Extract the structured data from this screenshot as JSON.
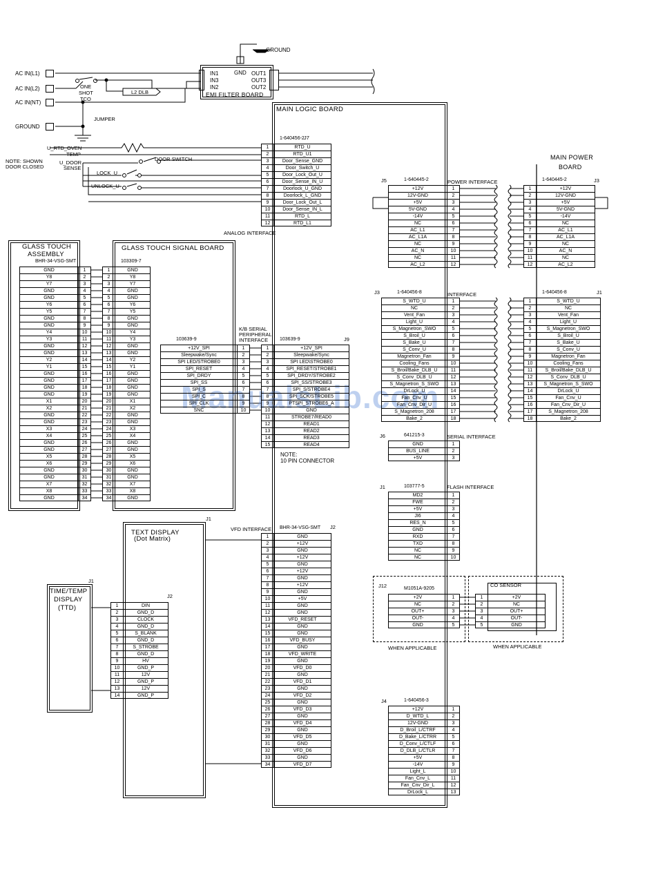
{
  "colors": {
    "line": "#000000",
    "watermark": "#7896dc"
  },
  "texts": {
    "ground_top": "GROUND",
    "gnd": "GND",
    "in1": "IN1",
    "in3": "IN3",
    "in2": "IN2",
    "out1": "OUT1",
    "out3": "OUT3",
    "out2": "OUT2",
    "emi": "EMI FILTER BOARD",
    "ac_l1": "AC IN(L1)",
    "ac_l2": "AC IN(L2)",
    "ac_nt": "AC IN(NT)",
    "ground_left": "GROUND",
    "one": "ONE",
    "shot": "SHOT",
    "tco": "TCO",
    "l2dlb": "L2 DLB",
    "jumper": "JUMPER",
    "main_logic": "MAIN LOGIC BOARD",
    "u_rtd": "U_RTD_OVEN",
    "temp": "TEMP",
    "note1": "NOTE:  SHOWN",
    "note2": "DOOR CLOSED",
    "u_door": "U_DOOR",
    "sense": "SENSE",
    "door_switch": "DOOR SWITCH",
    "lock_u": "LOCK_U",
    "unlock_u": "UNLOCK_U",
    "analog": "ANALOG INTERFACE",
    "main_power1": "MAIN POWER",
    "main_power2": "BOARD",
    "power_iface": "POWER INTERFACE",
    "interface": "INTERFACE",
    "gta1": "GLASS TOUCH",
    "gta2": "ASSEMBLY",
    "gtsb": "GLASS TOUCH SIGNAL BOARD",
    "kb1": "K/B SERIAL",
    "kb2": "PERIPHERAL",
    "kb3": "INTERFACE",
    "note_p1": "NOTE:",
    "note_p2": "10 PIN CONNECTOR",
    "serial_iface": "SERIAL INTERFACE",
    "flash_iface": "FLASH INTERFACE",
    "text_disp1": "TEXT DISPLAY",
    "text_disp2": "(Dot Matrix)",
    "vfd_iface": "VFD INTERFACE",
    "ttd1": "TIME/TEMP",
    "ttd2": "DISPLAY",
    "ttd3": "(TTD)",
    "co_sensor": "CO SENSOR",
    "when1": "WHEN APPLICABLE",
    "when2": "WHEN APPLICABLE",
    "watermark": "ManualsLib.com"
  },
  "connectors": {
    "j7": {
      "ch": "J7",
      "pn": "1-640456-2",
      "rows": [
        [
          "1",
          "RTD_U"
        ],
        [
          "2",
          "RTD_U1"
        ],
        [
          "3",
          "Door_Sense_GND"
        ],
        [
          "4",
          "Door_Switch_U"
        ],
        [
          "5",
          "Door_Lock_Out_U"
        ],
        [
          "6",
          "Door_Sense_IN_U"
        ],
        [
          "7",
          "Doorlock_U_GND"
        ],
        [
          "8",
          "Doorlock_L_GND"
        ],
        [
          "9",
          "Door_Lock_Out_L"
        ],
        [
          "10",
          "Door_Sense_IN_L"
        ],
        [
          "11",
          "RTD_L"
        ],
        [
          "12",
          "RTD_L1"
        ]
      ]
    },
    "j5": {
      "ch": "J5",
      "pn": "1-640445-2",
      "rows": [
        [
          "1",
          "+12V"
        ],
        [
          "2",
          "12V-GND"
        ],
        [
          "3",
          "+5V"
        ],
        [
          "4",
          "5V-GND"
        ],
        [
          "5",
          "-14V"
        ],
        [
          "6",
          "NC"
        ],
        [
          "7",
          "AC_L1"
        ],
        [
          "8",
          "AC_L1A"
        ],
        [
          "9",
          "NC"
        ],
        [
          "10",
          "AC_N"
        ],
        [
          "11",
          "NC"
        ],
        [
          "12",
          "AC_L2"
        ]
      ]
    },
    "j3mp": {
      "ch": "J3",
      "pn": "1-640445-2",
      "rows": [
        [
          "1",
          "+12V"
        ],
        [
          "2",
          "12V-GND"
        ],
        [
          "3",
          "+5V"
        ],
        [
          "4",
          "5V-GND"
        ],
        [
          "5",
          "-14V"
        ],
        [
          "6",
          "NC"
        ],
        [
          "7",
          "AC_L1"
        ],
        [
          "8",
          "AC_L1A"
        ],
        [
          "9",
          "NC"
        ],
        [
          "10",
          "AC_N"
        ],
        [
          "11",
          "NC"
        ],
        [
          "12",
          "AC_L2"
        ]
      ]
    },
    "j3": {
      "ch": "J3",
      "pn": "1-640456-8",
      "rows": [
        [
          "1",
          "S_WTD_U"
        ],
        [
          "2",
          "NC"
        ],
        [
          "3",
          "Vent_Fan"
        ],
        [
          "4",
          "Light_U"
        ],
        [
          "5",
          "S_Magnetron_SWO"
        ],
        [
          "6",
          "S_Broil_U"
        ],
        [
          "7",
          "S_Bake_U"
        ],
        [
          "8",
          "S_Conv_U"
        ],
        [
          "9",
          "Magnetron_Fan"
        ],
        [
          "10",
          "Cooling_Fans"
        ],
        [
          "11",
          "S_Broil/Bake_DLB_U"
        ],
        [
          "12",
          "S_Conv_DLB_U"
        ],
        [
          "13",
          "S_Magnetron_S_SWO"
        ],
        [
          "14",
          "DrLock_U"
        ],
        [
          "15",
          "Fan_Cnv_U"
        ],
        [
          "16",
          "Fan_Cnv_Dir_U"
        ],
        [
          "17",
          "S_Magnetron_208"
        ],
        [
          "18",
          "Bake_2"
        ]
      ]
    },
    "j1mp": {
      "ch": "J1",
      "pn": "1-640456-8",
      "rows": [
        [
          "1",
          "S_WTD_U"
        ],
        [
          "2",
          "NC"
        ],
        [
          "3",
          "Vent_Fan"
        ],
        [
          "4",
          "Light_U"
        ],
        [
          "5",
          "S_Magnetron_SWO"
        ],
        [
          "6",
          "S_Broil_U"
        ],
        [
          "7",
          "S_Bake_U"
        ],
        [
          "8",
          "S_Conv_U"
        ],
        [
          "9",
          "Magnetron_Fan"
        ],
        [
          "10",
          "Cooling_Fans"
        ],
        [
          "11",
          "S_Broil/Bake_DLB_U"
        ],
        [
          "12",
          "S_Conv_DLB_U"
        ],
        [
          "13",
          "S_Magnetron_S_SWO"
        ],
        [
          "14",
          "DrLock_U"
        ],
        [
          "15",
          "Fan_Cnv_U"
        ],
        [
          "16",
          "Fan_Cnv_Dir_U"
        ],
        [
          "17",
          "S_Magnetron_208"
        ],
        [
          "18",
          "Bake_2"
        ]
      ]
    },
    "gta": {
      "pn": "BHR-34-VSG-SMT",
      "rows": [
        [
          "1",
          "GND"
        ],
        [
          "2",
          "Y8"
        ],
        [
          "3",
          "Y7"
        ],
        [
          "4",
          "GND"
        ],
        [
          "5",
          "GND"
        ],
        [
          "6",
          "Y6"
        ],
        [
          "7",
          "Y5"
        ],
        [
          "8",
          "GND"
        ],
        [
          "9",
          "GND"
        ],
        [
          "10",
          "Y4"
        ],
        [
          "11",
          "Y3"
        ],
        [
          "12",
          "GND"
        ],
        [
          "13",
          "GND"
        ],
        [
          "14",
          "Y2"
        ],
        [
          "15",
          "Y1"
        ],
        [
          "16",
          "GND"
        ],
        [
          "17",
          "GND"
        ],
        [
          "18",
          "GND"
        ],
        [
          "19",
          "GND"
        ],
        [
          "20",
          "X1"
        ],
        [
          "21",
          "X2"
        ],
        [
          "22",
          "GND"
        ],
        [
          "23",
          "GND"
        ],
        [
          "24",
          "X3"
        ],
        [
          "25",
          "X4"
        ],
        [
          "26",
          "GND"
        ],
        [
          "27",
          "GND"
        ],
        [
          "28",
          "X5"
        ],
        [
          "29",
          "X6"
        ],
        [
          "30",
          "GND"
        ],
        [
          "31",
          "GND"
        ],
        [
          "32",
          "X7"
        ],
        [
          "33",
          "X8"
        ],
        [
          "34",
          "GND"
        ]
      ]
    },
    "gtsb": {
      "pn": "103309-7",
      "rows": [
        [
          "1",
          "GND"
        ],
        [
          "2",
          "Y8"
        ],
        [
          "3",
          "Y7"
        ],
        [
          "4",
          "GND"
        ],
        [
          "5",
          "GND"
        ],
        [
          "6",
          "Y6"
        ],
        [
          "7",
          "Y5"
        ],
        [
          "8",
          "GND"
        ],
        [
          "9",
          "GND"
        ],
        [
          "10",
          "Y4"
        ],
        [
          "11",
          "Y3"
        ],
        [
          "12",
          "GND"
        ],
        [
          "13",
          "GND"
        ],
        [
          "14",
          "Y2"
        ],
        [
          "15",
          "Y1"
        ],
        [
          "16",
          "GND"
        ],
        [
          "17",
          "GND"
        ],
        [
          "18",
          "GND"
        ],
        [
          "19",
          "GND"
        ],
        [
          "20",
          "X1"
        ],
        [
          "21",
          "X2"
        ],
        [
          "22",
          "GND"
        ],
        [
          "23",
          "GND"
        ],
        [
          "24",
          "X3"
        ],
        [
          "25",
          "X4"
        ],
        [
          "26",
          "GND"
        ],
        [
          "27",
          "GND"
        ],
        [
          "28",
          "X5"
        ],
        [
          "29",
          "X6"
        ],
        [
          "30",
          "GND"
        ],
        [
          "31",
          "GND"
        ],
        [
          "32",
          "X7"
        ],
        [
          "33",
          "X8"
        ],
        [
          "34",
          "GND"
        ]
      ]
    },
    "kb": {
      "pn": "103639-9",
      "rows": [
        [
          "1",
          "+12V_SPI"
        ],
        [
          "2",
          "Sleepwake/Sync"
        ],
        [
          "3",
          "SPI LED/STROBE0"
        ],
        [
          "4",
          "SPI_RESET"
        ],
        [
          "5",
          "SPI_DRDY"
        ],
        [
          "6",
          "SPI_SS"
        ],
        [
          "7",
          "SPI_S"
        ],
        [
          "8",
          "SPI_C"
        ],
        [
          "9",
          "SPI_CLK"
        ],
        [
          "10",
          "SNC"
        ]
      ]
    },
    "j9": {
      "ch": "J9",
      "pn": "103639-9",
      "rows": [
        [
          "1",
          "+12V_SPI"
        ],
        [
          "2",
          "Sleepwake/Sync"
        ],
        [
          "3",
          "SPI LED\\STROBE0"
        ],
        [
          "4",
          "SPI_RESET/STROBE1"
        ],
        [
          "5",
          "SPI_DRDY/STROBE2"
        ],
        [
          "6",
          "SPI_SS/STROBE3"
        ],
        [
          "7",
          "SPI_S/STROBE4"
        ],
        [
          "8",
          "SPI_SCK/STROBE5"
        ],
        [
          "9",
          "PTSPI_STROBE6_A"
        ],
        [
          "10",
          "GND"
        ],
        [
          "11",
          "STROBE7/READ0"
        ],
        [
          "12",
          "READ1"
        ],
        [
          "13",
          "READ2"
        ],
        [
          "14",
          "READ3"
        ],
        [
          "15",
          "READ4"
        ]
      ]
    },
    "j6": {
      "ch": "J6",
      "pn": "641215-3",
      "rows": [
        [
          "1",
          "GND"
        ],
        [
          "2",
          "BUS_LINE"
        ],
        [
          "3",
          "+5V"
        ]
      ]
    },
    "j1f": {
      "ch": "J1",
      "pn": "103777-5",
      "rows": [
        [
          "1",
          "MD2"
        ],
        [
          "2",
          "FWE"
        ],
        [
          "3",
          "+5V"
        ],
        [
          "4",
          "JI6"
        ],
        [
          "5",
          "RES_N"
        ],
        [
          "6",
          "GND"
        ],
        [
          "7",
          "RXD"
        ],
        [
          "8",
          "TXD"
        ],
        [
          "9",
          "NC"
        ],
        [
          "10",
          "NC"
        ]
      ]
    },
    "j12": {
      "ch": "J12",
      "pn": "M1051A-9205",
      "rows": [
        [
          "1",
          "+2V"
        ],
        [
          "2",
          "NC"
        ],
        [
          "3",
          "OUT+"
        ],
        [
          "4",
          "OUT-"
        ],
        [
          "5",
          "GND"
        ]
      ]
    },
    "co": {
      "rows": [
        [
          "1",
          "+2V"
        ],
        [
          "2",
          "NC"
        ],
        [
          "3",
          "OUT+"
        ],
        [
          "4",
          "OUT-"
        ],
        [
          "5",
          "GND"
        ]
      ]
    },
    "j2v": {
      "ch": "J2",
      "pn": "BHR-34-VSG-SMT",
      "rows": [
        [
          "1",
          "GND"
        ],
        [
          "2",
          "+12V"
        ],
        [
          "3",
          "GND"
        ],
        [
          "4",
          "+12V"
        ],
        [
          "5",
          "GND"
        ],
        [
          "6",
          "+12V"
        ],
        [
          "7",
          "GND"
        ],
        [
          "8",
          "+12V"
        ],
        [
          "9",
          "GND"
        ],
        [
          "10",
          "+5V"
        ],
        [
          "11",
          "GND"
        ],
        [
          "12",
          "GND"
        ],
        [
          "13",
          "VFD_RESET"
        ],
        [
          "14",
          "GND"
        ],
        [
          "15",
          "GND"
        ],
        [
          "16",
          "VFD_BUSY"
        ],
        [
          "17",
          "GND"
        ],
        [
          "18",
          "VFD_WRITE"
        ],
        [
          "19",
          "GND"
        ],
        [
          "20",
          "VFD_D0"
        ],
        [
          "21",
          "GND"
        ],
        [
          "22",
          "VFD_D1"
        ],
        [
          "23",
          "GND"
        ],
        [
          "24",
          "VFD_D2"
        ],
        [
          "25",
          "GND"
        ],
        [
          "26",
          "VFD_D3"
        ],
        [
          "27",
          "GND"
        ],
        [
          "28",
          "VFD_D4"
        ],
        [
          "29",
          "GND"
        ],
        [
          "30",
          "VFD_D5"
        ],
        [
          "31",
          "GND"
        ],
        [
          "32",
          "VFD_D6"
        ],
        [
          "33",
          "GND"
        ],
        [
          "34",
          "VFD_D7"
        ]
      ]
    },
    "j2t": {
      "ch": "J2",
      "rows": [
        [
          "1",
          "DIN"
        ],
        [
          "2",
          "GND_D"
        ],
        [
          "3",
          "CLOCK"
        ],
        [
          "4",
          "GND_D"
        ],
        [
          "5",
          "S_BLANK"
        ],
        [
          "6",
          "GND_D"
        ],
        [
          "7",
          "S_STROBE"
        ],
        [
          "8",
          "GND_D"
        ],
        [
          "9",
          "HV"
        ],
        [
          "10",
          "GND_P"
        ],
        [
          "11",
          "12V"
        ],
        [
          "12",
          "GND_P"
        ],
        [
          "13",
          "12V"
        ],
        [
          "14",
          "GND_P"
        ]
      ]
    },
    "j4": {
      "ch": "J4",
      "pn": "1-640456-3",
      "rows": [
        [
          "1",
          "+12V"
        ],
        [
          "2",
          "D_WTD_L"
        ],
        [
          "3",
          "12V-GND"
        ],
        [
          "4",
          "D_Broil_L/CTRF"
        ],
        [
          "5",
          "D_Bake_L/CTRR"
        ],
        [
          "6",
          "D_Conv_L/CTLF"
        ],
        [
          "7",
          "D_DLB_L/CTLR"
        ],
        [
          "8",
          "+5V"
        ],
        [
          "9",
          "-14V"
        ],
        [
          "10",
          "Light_L"
        ],
        [
          "11",
          "Fan_Cnv_L"
        ],
        [
          "12",
          "Fan_Cnv_Dir_L"
        ],
        [
          "13",
          "DrLock_L"
        ]
      ]
    }
  }
}
